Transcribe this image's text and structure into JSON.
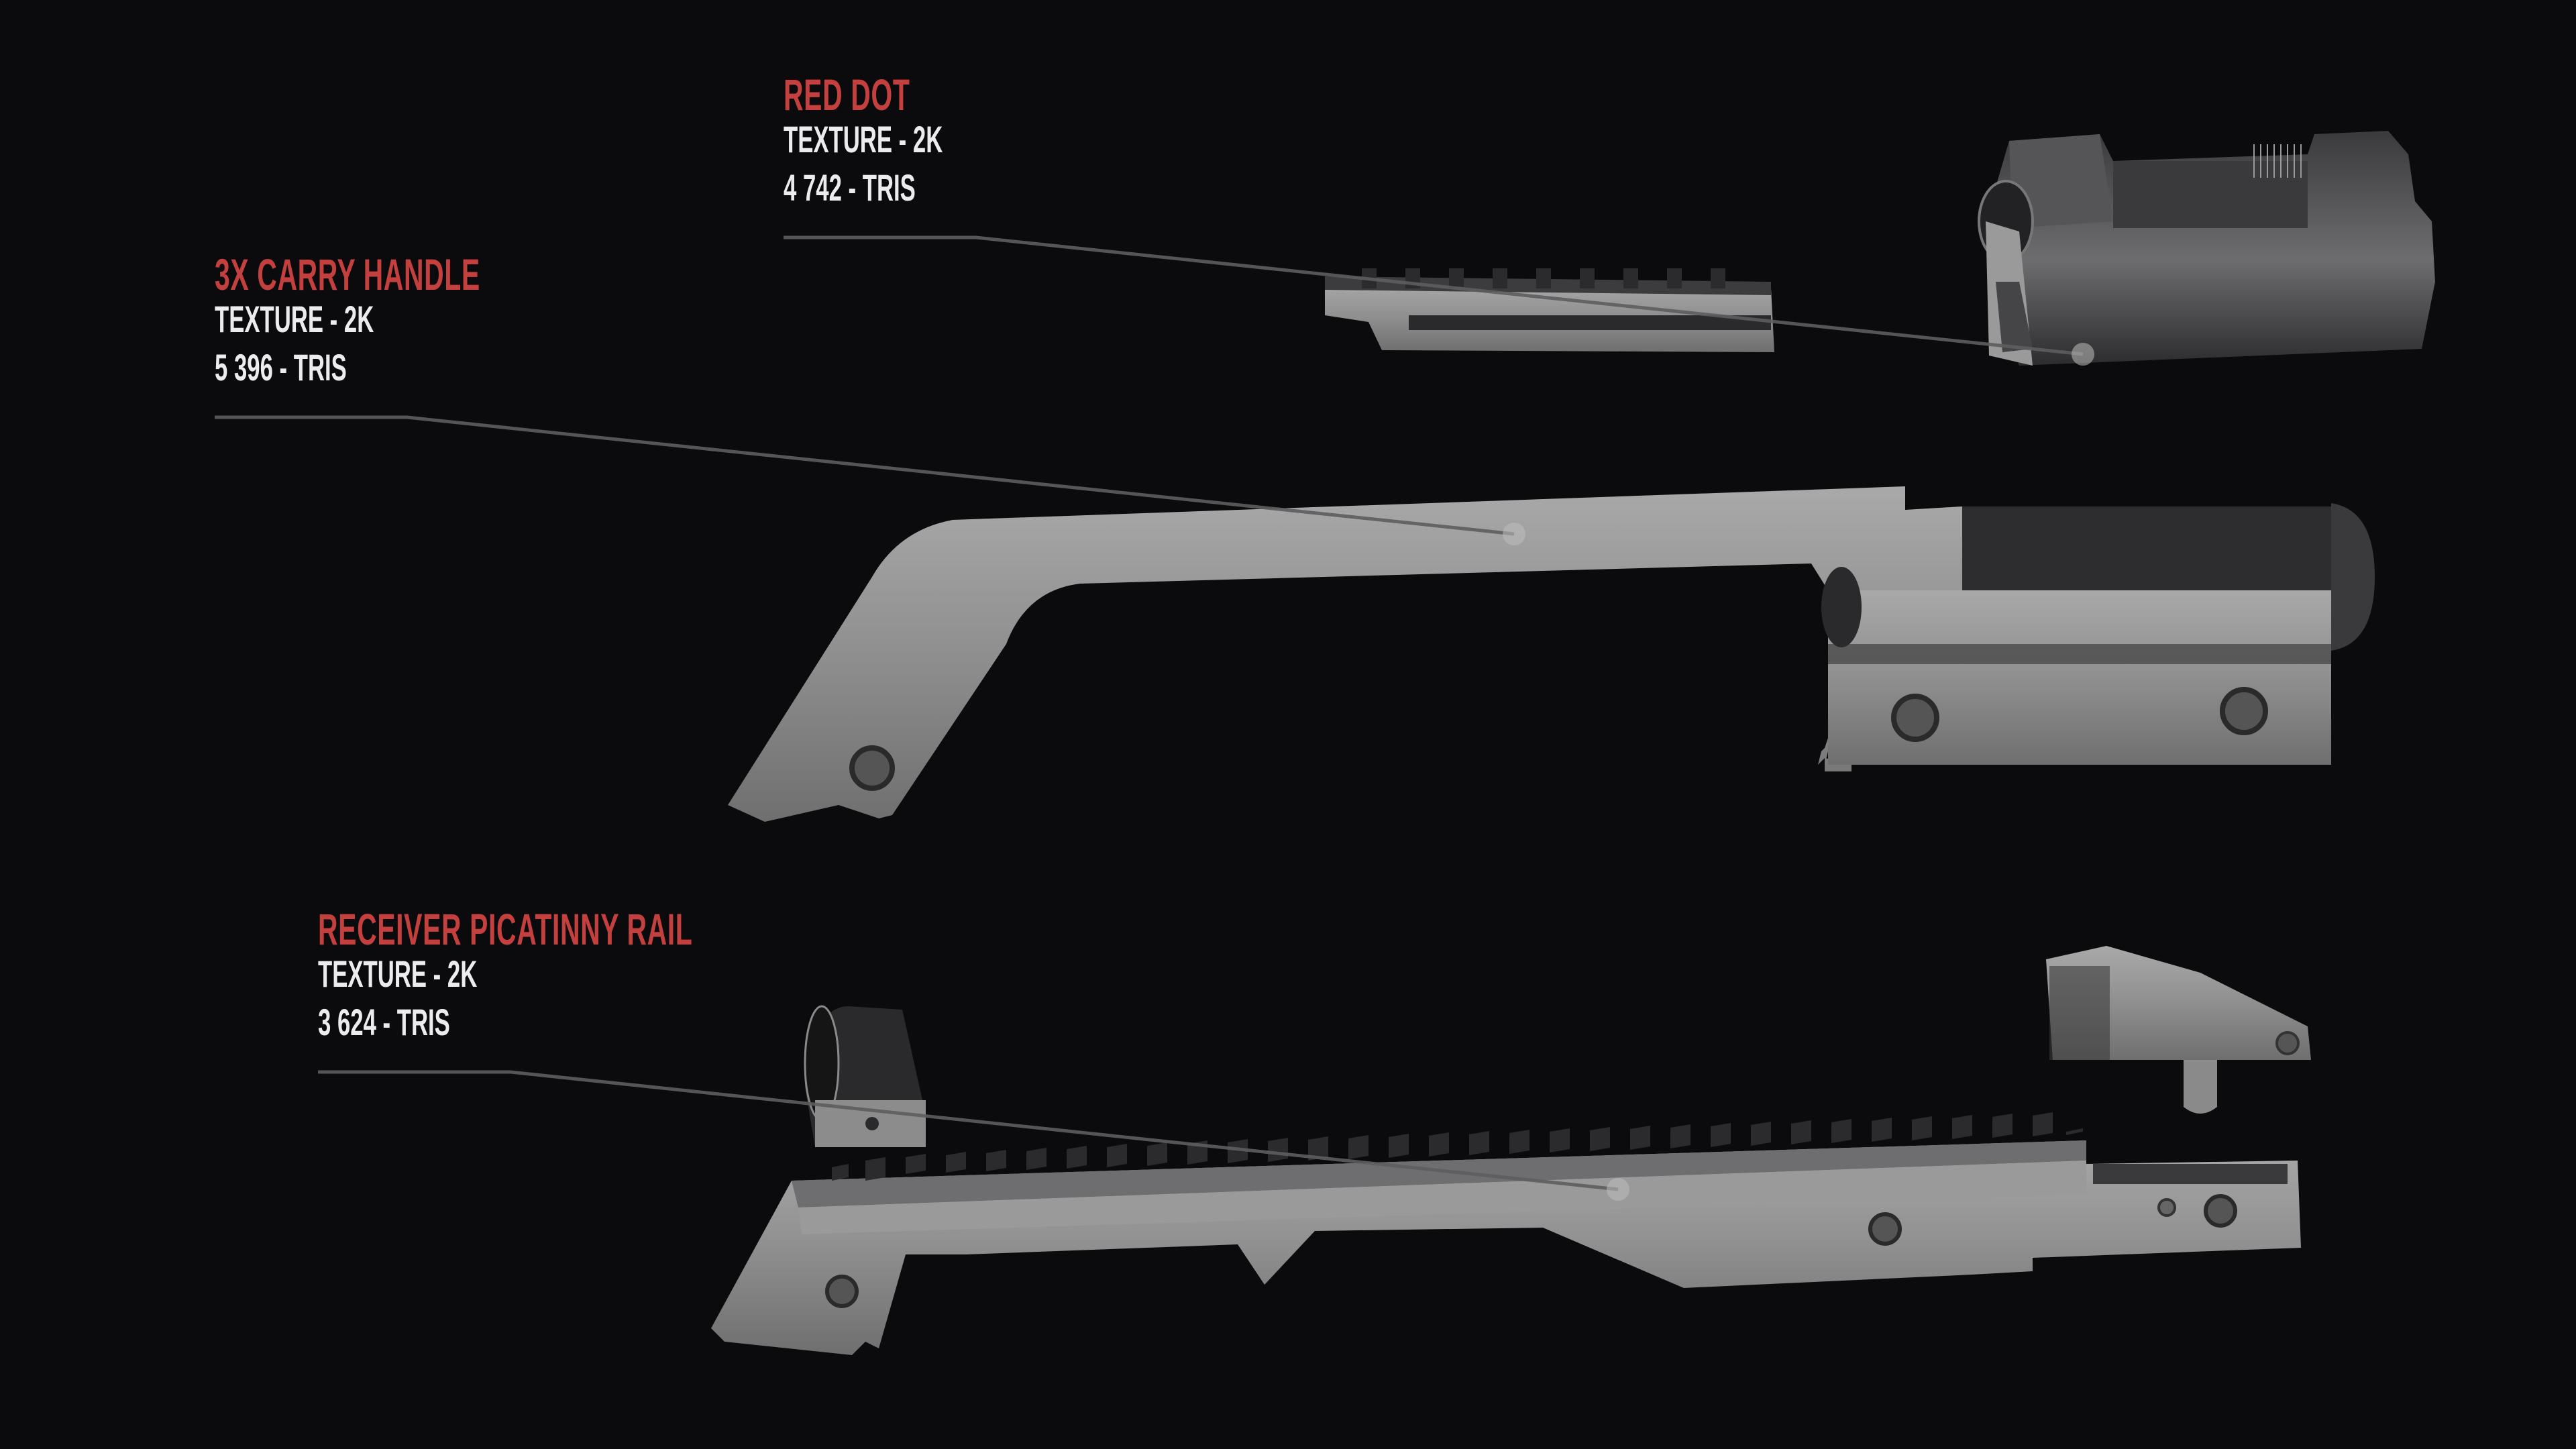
{
  "theme": {
    "background": "#0b0b0d",
    "accent_red": "#c4403f",
    "text_white": "#ececee",
    "leader_line": "#5d5d60"
  },
  "parts": [
    {
      "name": "RED DOT",
      "texture": "TEXTURE - 2K",
      "tris": "4 742 - TRIS"
    },
    {
      "name": "3X CARRY HANDLE",
      "texture": "TEXTURE - 2K",
      "tris": "5 396 - TRIS"
    },
    {
      "name": "RECEIVER PICATINNY RAIL",
      "texture": "TEXTURE - 2K",
      "tris": "3 624  - TRIS"
    }
  ]
}
